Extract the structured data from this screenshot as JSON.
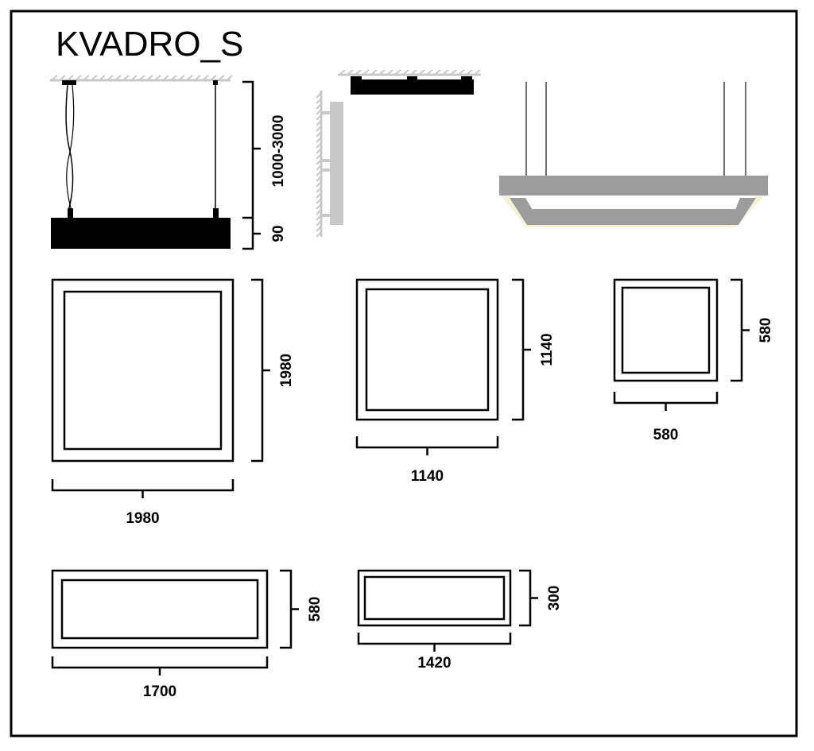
{
  "title": "KVADRO_S",
  "side_view": {
    "height_label": "1000-3000",
    "body_label": "90"
  },
  "colors": {
    "body": "#000000",
    "ceiling": "#c8c8c8",
    "frame3d": "#9c9c9c",
    "glow": "#f5f3d6"
  },
  "plans": [
    {
      "name": "1980x1980",
      "width_label": "1980",
      "height_label": "1980"
    },
    {
      "name": "1140x1140",
      "width_label": "1140",
      "height_label": "1140"
    },
    {
      "name": "580x580",
      "width_label": "580",
      "height_label": "580"
    },
    {
      "name": "1700x580",
      "width_label": "1700",
      "height_label": "580"
    },
    {
      "name": "1420x300",
      "width_label": "1420",
      "height_label": "300"
    }
  ]
}
